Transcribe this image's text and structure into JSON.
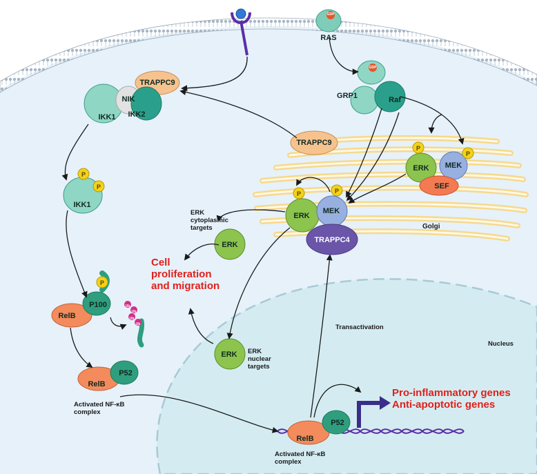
{
  "proteins": {
    "ras": "RAS",
    "gdp1": "GDP",
    "gdp2": "GDP",
    "trappc9_top": "TRAPPC9",
    "nik": "NIK",
    "ikk1_top": "IKK1",
    "ikk2": "IKK2",
    "grp1": "GRP1",
    "raf": "Raf",
    "trappc9_mid": "TRAPPC9",
    "ikk1_p": "IKK1",
    "erk_golgi_right": "ERK",
    "mek_golgi_right": "MEK",
    "sef": "SEF",
    "erk_golgi_center": "ERK",
    "mek_golgi_center": "MEK",
    "trappc4": "TRAPPC4",
    "erk_cyto": "ERK",
    "p100": "P100",
    "relb_top": "RelB",
    "p52_top": "P52",
    "relb_mid": "RelB",
    "erk_nuclear": "ERK",
    "p52_bottom": "P52",
    "relb_bottom": "RelB"
  },
  "phospho": [
    "P",
    "P",
    "P",
    "P",
    "P",
    "P",
    "P"
  ],
  "ubiquitin": [
    "Ub",
    "Ub",
    "Ub",
    "Ub"
  ],
  "labels": {
    "golgi": "Golgi",
    "erk_cyto_targets": [
      "ERK",
      "cytoplasmic",
      "targets"
    ],
    "cell_prolif": [
      "Cell",
      "proliferation",
      "and migration"
    ],
    "transactivation": "Transactivation",
    "nucleus": "Nucleus",
    "erk_nuclear_targets": [
      "ERK",
      "nuclear",
      "targets"
    ],
    "nfkb_left": [
      "Activated NF-κB",
      "complex"
    ],
    "nfkb_bottom": [
      "Activated NF-κB",
      "complex"
    ],
    "genes": [
      "Pro-inflammatory genes",
      "Anti-apoptotic genes"
    ]
  },
  "colors": {
    "cytoplasm": "#e6f1fa",
    "nucleus": "#d4ecf1",
    "golgi": "#f6d98c",
    "teal_light": "#8fd6c4",
    "teal_dark": "#2aa08c",
    "erk_green": "#8cc44e",
    "mek_blue": "#97b0e0",
    "relb": "#f48b5c",
    "p52": "#2e9e7e",
    "trappc9": "#f6c38f",
    "trappc4": "#6a55a8",
    "sef": "#f47a52",
    "phospho": "#f3d21a",
    "red_text": "#e0201b",
    "arrow_big": "#3a2e8a",
    "dna": "#5a2ea6"
  }
}
